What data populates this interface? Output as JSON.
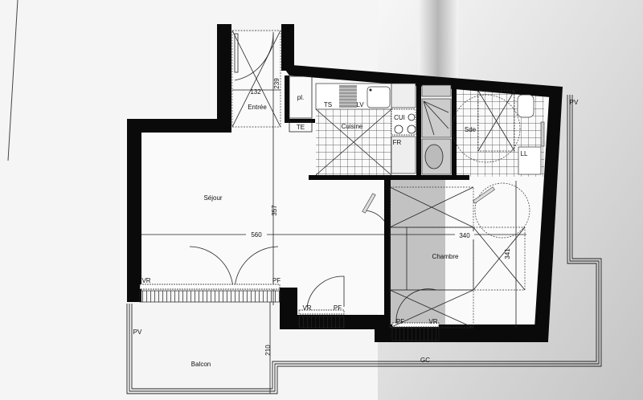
{
  "plan": {
    "rooms": [
      {
        "id": "entree",
        "label": "Entrée"
      },
      {
        "id": "placard",
        "label": "pl."
      },
      {
        "id": "te",
        "label": "TE"
      },
      {
        "id": "cuisine",
        "label": "Cuisine"
      },
      {
        "id": "sejour",
        "label": "Séjour"
      },
      {
        "id": "sde",
        "label": "Sde"
      },
      {
        "id": "chambre",
        "label": "Chambre"
      },
      {
        "id": "balcon",
        "label": "Balcon"
      }
    ],
    "fixtures": {
      "ts": "TS",
      "lv": "LV",
      "cui": "CUI",
      "fr": "FR",
      "ll": "LL"
    },
    "openings": {
      "vr": "VR",
      "pf": "PF"
    },
    "exterior": {
      "pv": "PV",
      "gc": "GC"
    },
    "dimensions": {
      "entree_width": "132",
      "entree_depth": "239",
      "sejour_depth": "357",
      "sejour_width": "560",
      "chambre_width": "340",
      "chambre_depth": "341",
      "balcon_depth": "210"
    },
    "colors": {
      "wall": "#0a0a0a",
      "paper": "#f2f2f2",
      "shade": "#b8b8b8"
    }
  }
}
